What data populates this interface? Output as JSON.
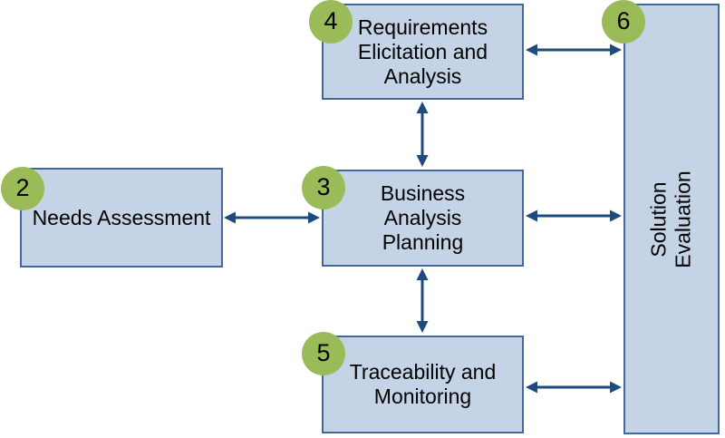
{
  "diagram": {
    "nodes": [
      {
        "id": "needs-assessment",
        "number": "2",
        "label": "Needs Assessment"
      },
      {
        "id": "business-analysis-planning",
        "number": "3",
        "label": "Business\nAnalysis\nPlanning"
      },
      {
        "id": "requirements-elicitation-and-analysis",
        "number": "4",
        "label": "Requirements\nElicitation and\nAnalysis"
      },
      {
        "id": "traceability-and-monitoring",
        "number": "5",
        "label": "Traceability and\nMonitoring"
      },
      {
        "id": "solution-evaluation",
        "number": "6",
        "label": "Solution\nEvaluation"
      }
    ],
    "edges": [
      {
        "from": "needs-assessment",
        "to": "business-analysis-planning",
        "type": "bidirectional"
      },
      {
        "from": "requirements-elicitation-and-analysis",
        "to": "business-analysis-planning",
        "type": "bidirectional"
      },
      {
        "from": "business-analysis-planning",
        "to": "traceability-and-monitoring",
        "type": "bidirectional"
      },
      {
        "from": "requirements-elicitation-and-analysis",
        "to": "solution-evaluation",
        "type": "bidirectional"
      },
      {
        "from": "business-analysis-planning",
        "to": "solution-evaluation",
        "type": "bidirectional"
      },
      {
        "from": "traceability-and-monitoring",
        "to": "solution-evaluation",
        "type": "bidirectional"
      }
    ],
    "colors": {
      "node_fill": "#c5d3e6",
      "node_border": "#44689b",
      "arrow": "#1f4a7d",
      "badge_fill": "#9bbb59",
      "text": "#000000"
    }
  }
}
